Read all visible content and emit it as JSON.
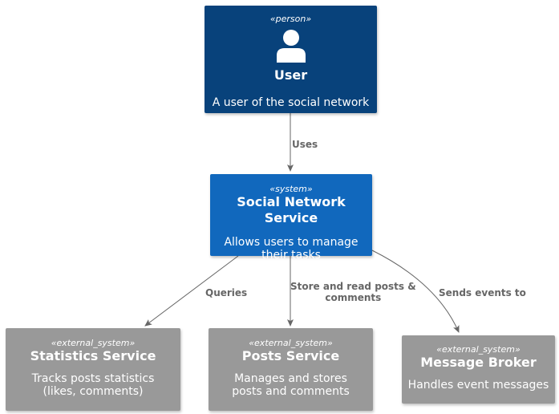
{
  "colors": {
    "person": "#08427b",
    "system": "#1168bd",
    "external": "#999999",
    "edge": "#666666"
  },
  "nodes": {
    "user": {
      "stereotype": "«person»",
      "name": "User",
      "description": "A user of the social network",
      "icon": "person-icon"
    },
    "social_network": {
      "stereotype": "«system»",
      "name": "Social Network Service",
      "description": "Allows users to manage their tasks"
    },
    "statistics": {
      "stereotype": "«external_system»",
      "name": "Statistics Service",
      "description": "Tracks posts statistics (likes, comments)"
    },
    "posts": {
      "stereotype": "«external_system»",
      "name": "Posts Service",
      "description": "Manages and stores posts and comments"
    },
    "broker": {
      "stereotype": "«external_system»",
      "name": "Message Broker",
      "description": "Handles event messages"
    }
  },
  "edges": {
    "uses": "Uses",
    "queries": "Queries",
    "store_read_line1": "Store and read posts &",
    "store_read_line2": "comments",
    "sends_events": "Sends events to"
  }
}
